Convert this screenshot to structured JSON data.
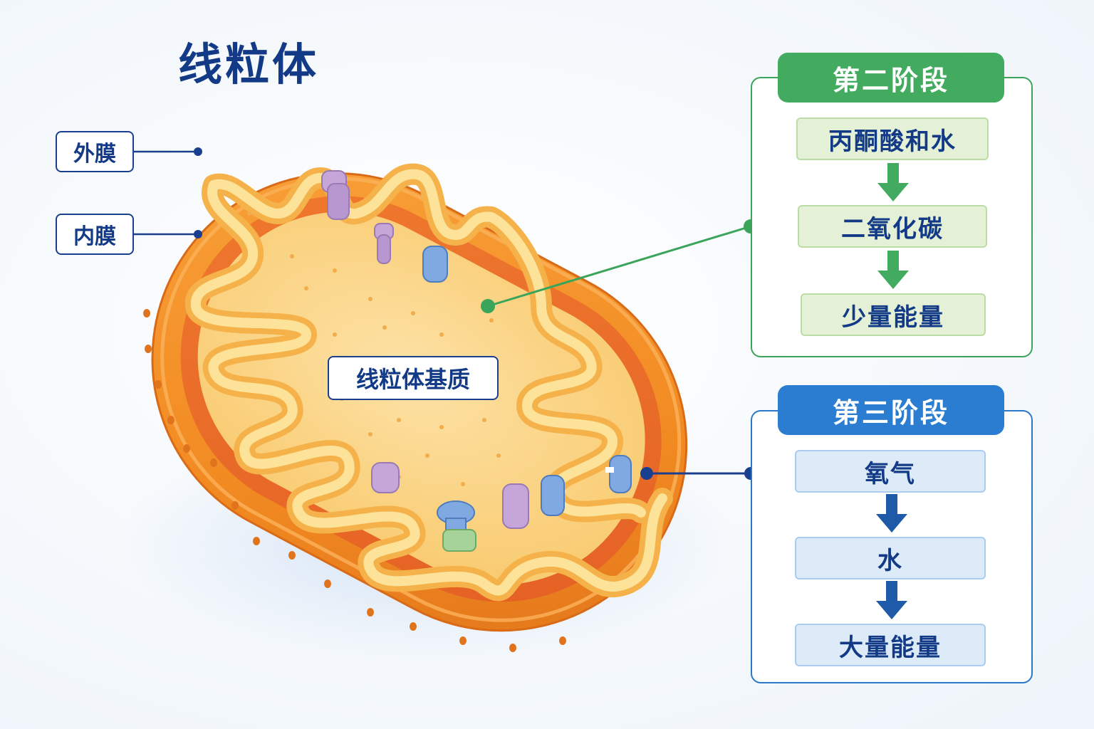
{
  "title": "线粒体",
  "labels": {
    "outer_membrane": "外膜",
    "inner_membrane": "内膜",
    "matrix": "线粒体基质"
  },
  "stage2": {
    "heading": "第二阶段",
    "steps": [
      "丙酮酸和水",
      "二氧化碳",
      "少量能量"
    ],
    "color": "#43ab5f"
  },
  "stage3": {
    "heading": "第三阶段",
    "steps": [
      "氧气",
      "水",
      "大量能量"
    ],
    "color": "#2a7dd0"
  },
  "colors": {
    "title": "#123a86",
    "outer_membrane": "#f08a1c",
    "intermembrane": "#e8692a",
    "matrix": "#fbd27a",
    "cristae": "#fde39a"
  }
}
